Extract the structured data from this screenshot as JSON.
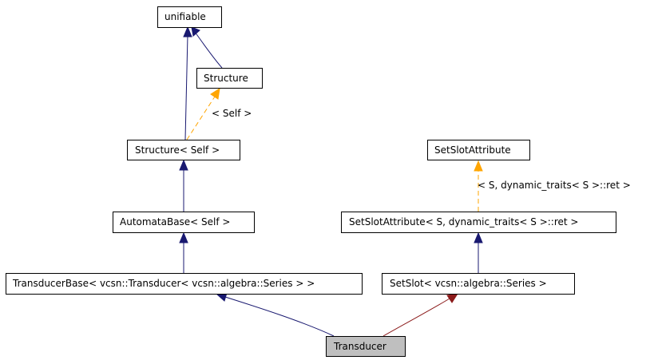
{
  "nodes": {
    "unifiable": "unifiable",
    "structure": "Structure",
    "structure_self": "Structure< Self >",
    "automata_base": "AutomataBase< Self >",
    "transducer_base": "TransducerBase< vcsn::Transducer< vcsn::algebra::Series > >",
    "transducer": "Transducer",
    "set_slot_attribute": "SetSlotAttribute",
    "set_slot_attribute_s": "SetSlotAttribute< S, dynamic_traits< S >::ret >",
    "set_slot": "SetSlot< vcsn::algebra::Series >"
  },
  "edge_labels": {
    "self": "< Self >",
    "set_slot_template": "< S, dynamic_traits< S >::ret >"
  },
  "colors": {
    "inheritance": "#191970",
    "private_inheritance": "#8b1a1a",
    "template_instance": "#ffa500",
    "highlight_fill": "#bfbfbf"
  }
}
